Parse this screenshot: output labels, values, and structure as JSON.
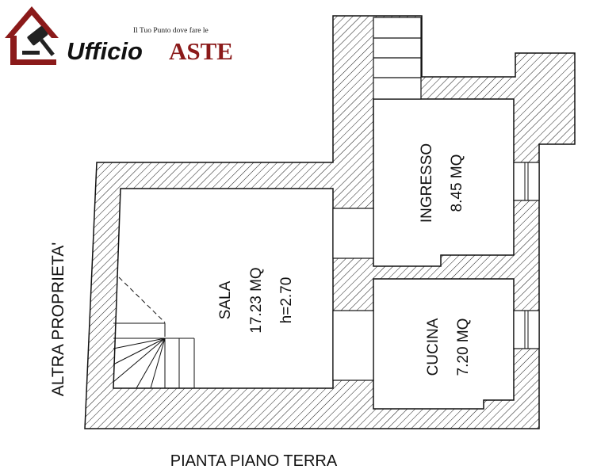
{
  "logo": {
    "tagline": "Il Tuo Punto dove fare le",
    "brand_part1": "Ufficio",
    "brand_part2": "ASTE",
    "brand_color": "#8b1a1a"
  },
  "rooms": {
    "sala": {
      "name": "SALA",
      "area": "17.23 MQ",
      "height": "h=2.70"
    },
    "ingresso": {
      "name": "INGRESSO",
      "area": "8.45 MQ"
    },
    "cucina": {
      "name": "CUCINA",
      "area": "7.20 MQ"
    }
  },
  "side_label": "ALTRA PROPRIETA'",
  "caption": "PIANTA PIANO TERRA",
  "colors": {
    "wall_hatch": "#1a1a1a",
    "line": "#111111"
  }
}
